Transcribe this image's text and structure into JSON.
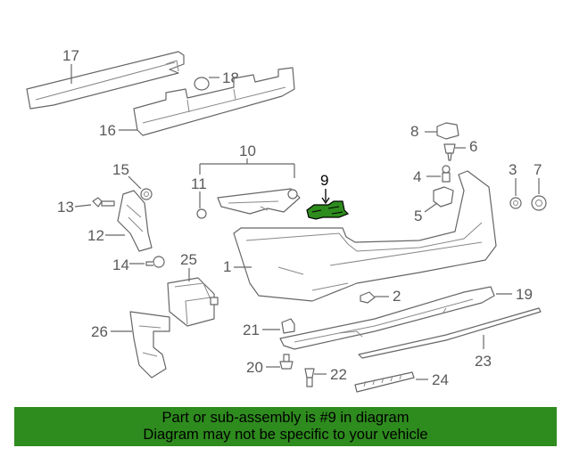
{
  "callouts": {
    "n1": "1",
    "n2": "2",
    "n3": "3",
    "n4": "4",
    "n5": "5",
    "n6": "6",
    "n7": "7",
    "n8": "8",
    "n9": "9",
    "n10": "10",
    "n11": "11",
    "n12": "12",
    "n13": "13",
    "n14": "14",
    "n15": "15",
    "n16": "16",
    "n17": "17",
    "n18": "18",
    "n19": "19",
    "n20": "20",
    "n21": "21",
    "n22": "22",
    "n23": "23",
    "n24": "24",
    "n25": "25",
    "n26": "26"
  },
  "highlight_color": "#2e8b1e",
  "banner": {
    "line1": "Part or sub-assembly is #9 in diagram",
    "line2": "Diagram may not be specific to your vehicle"
  }
}
